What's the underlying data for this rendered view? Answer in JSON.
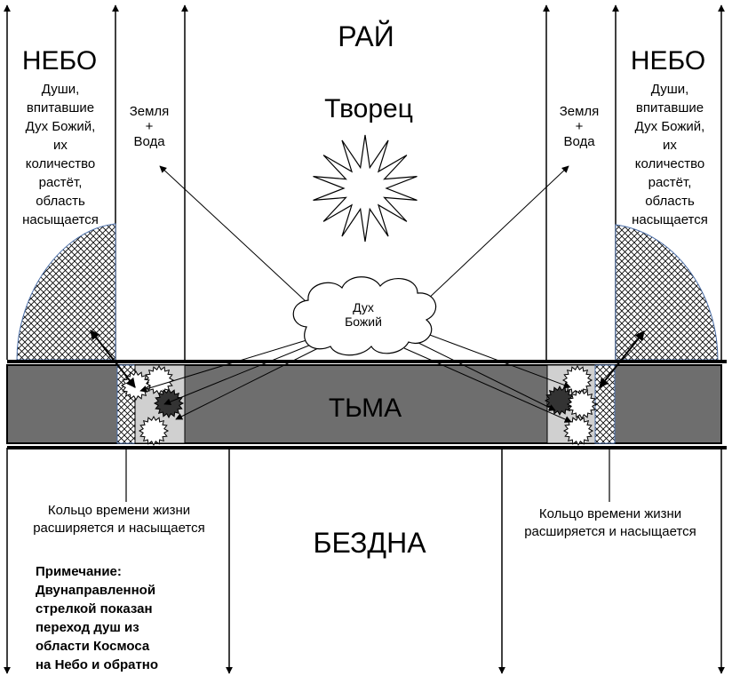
{
  "labels": {
    "paradise": "РАЙ",
    "creator": "Творец",
    "darkness": "ТЬМА",
    "abyss": "БЕЗДНА",
    "sky_left": "НЕБО",
    "sky_right": "НЕБО",
    "spirit": [
      "Дух",
      "Божий"
    ],
    "earth_water_left": [
      "Земля",
      "+",
      "Вода"
    ],
    "earth_water_right": [
      "Земля",
      "+",
      "Вода"
    ],
    "souls_left": [
      "Души,",
      "впитавшие",
      "Дух Божий,",
      "их",
      "количество",
      "растёт,",
      "область",
      "насыщается"
    ],
    "souls_right": [
      "Души,",
      "впитавшие",
      "Дух Божий,",
      "их",
      "количество",
      "растёт,",
      "область",
      "насыщается"
    ],
    "ring_left": [
      "Кольцо времени жизни",
      "расширяется и насыщается"
    ],
    "ring_right": [
      "Кольцо времени жизни",
      "расширяется и насыщается"
    ],
    "note": [
      "Примечание:",
      "Двунаправленной",
      "стрелкой показан",
      "переход душ из",
      "области Космоса",
      "на Небо и обратно"
    ]
  },
  "colors": {
    "darkness_band": "#6e6e6e",
    "ring_zone": "#d0d0d0",
    "hatch_edge": "#4a6ea8",
    "line": "#000000"
  }
}
